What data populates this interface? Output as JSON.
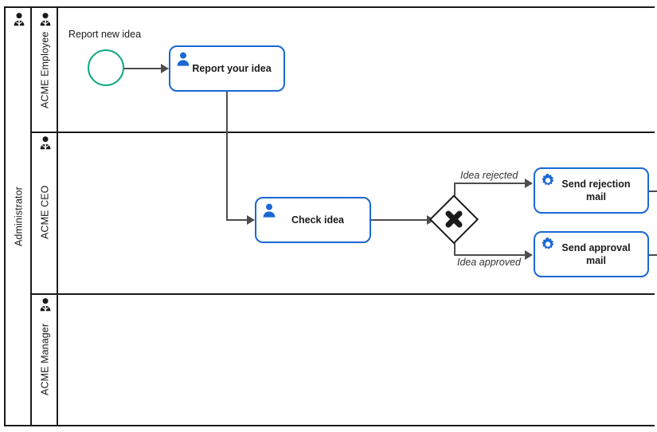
{
  "diagram": {
    "type": "bpmn-collaboration",
    "pool": {
      "name": "Administrator",
      "icon": "person-icon"
    },
    "lanes": [
      {
        "id": "lane-acme-employee",
        "name": "ACME Employee",
        "icon": "person-icon"
      },
      {
        "id": "lane-acme-ceo",
        "name": "ACME CEO",
        "icon": "person-icon"
      },
      {
        "id": "lane-acme-manager",
        "name": "ACME Manager",
        "icon": "person-icon"
      }
    ],
    "events": [
      {
        "id": "start-event-report-new-idea",
        "type": "start-event",
        "label": "Report new idea",
        "lane": "ACME Employee",
        "color": "#0FA882"
      }
    ],
    "tasks": [
      {
        "id": "task-report-your-idea",
        "type": "user-task",
        "label": "Report your idea",
        "icon": "user-task-icon",
        "lane": "ACME Employee",
        "color": "#1a68d4"
      },
      {
        "id": "task-check-idea",
        "type": "user-task",
        "label": "Check idea",
        "icon": "user-task-icon",
        "lane": "ACME CEO",
        "color": "#1a68d4"
      },
      {
        "id": "task-send-rejection-mail",
        "type": "service-task",
        "label": "Send rejection mail",
        "icon": "service-task-gear-icon",
        "lane": "ACME CEO",
        "color": "#1a68d4"
      },
      {
        "id": "task-send-approval-mail",
        "type": "service-task",
        "label": "Send approval mail",
        "icon": "service-task-gear-icon",
        "lane": "ACME CEO",
        "color": "#1a68d4"
      }
    ],
    "gateways": [
      {
        "id": "gateway-idea-decision",
        "type": "exclusive-gateway",
        "marker": "x-marker",
        "label": "",
        "lane": "ACME CEO"
      }
    ],
    "flows": [
      {
        "id": "flow-start-to-report",
        "label": "",
        "from": "start-event-report-new-idea",
        "to": "task-report-your-idea"
      },
      {
        "id": "flow-report-to-check",
        "label": "",
        "from": "task-report-your-idea",
        "to": "task-check-idea"
      },
      {
        "id": "flow-check-to-gateway",
        "label": "",
        "from": "task-check-idea",
        "to": "gateway-idea-decision"
      },
      {
        "id": "flow-gateway-to-rejection",
        "label": "Idea rejected",
        "from": "gateway-idea-decision",
        "to": "task-send-rejection-mail"
      },
      {
        "id": "flow-gateway-to-approval",
        "label": "Idea approved",
        "from": "gateway-idea-decision",
        "to": "task-send-approval-mail"
      }
    ],
    "colors": {
      "pool_border": "#1a1a1a",
      "task_border": "#1a68d4",
      "start_event_border": "#0FA882",
      "flow_line": "#4d4d4d",
      "text": "#1a1a1a",
      "background": "#ffffff"
    }
  }
}
